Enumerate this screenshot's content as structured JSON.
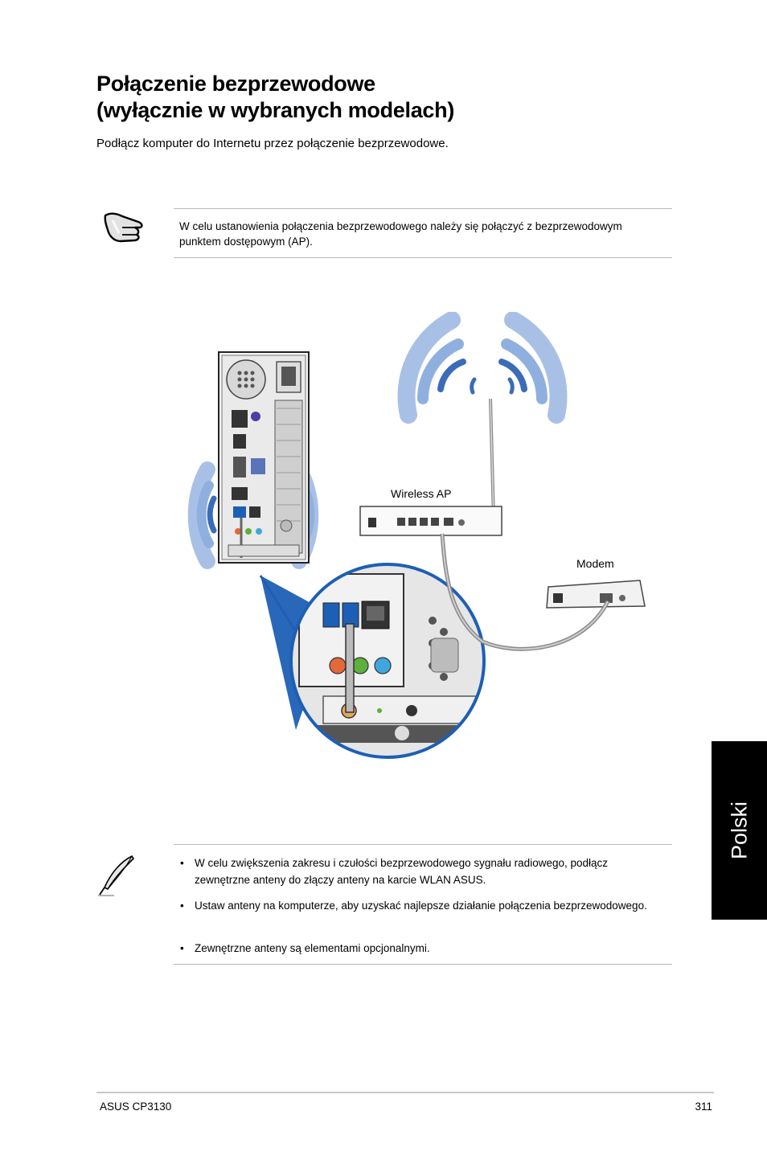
{
  "heading": {
    "line1": "Połączenie bezprzewodowe",
    "line2": "(wyłącznie w wybranych modelach)"
  },
  "intro": "Podłącz komputer do Internetu przez połączenie bezprzewodowe.",
  "note": {
    "icon": "pointing-hand-icon",
    "text": "W celu ustanowienia połączenia bezprzewodowego należy się połączyć z bezprzewodowym punktem dostępowym (AP)."
  },
  "diagram": {
    "wireless_ap_label": "Wireless AP",
    "modem_label": "Modem",
    "wave_color": "#a9c0e6",
    "wave_dark_color": "#3a6cb8"
  },
  "side_tab": {
    "label": "Polski"
  },
  "tips": {
    "icon": "quill-pen-icon",
    "bullet": "•",
    "items": [
      "W celu zwiększenia zakresu i czułości bezprzewodowego sygnału radiowego, podłącz zewnętrzne anteny do złączy anteny na karcie WLAN ASUS.",
      "Ustaw anteny na komputerze, aby uzyskać najlepsze działanie połączenia bezprzewodowego.",
      "Zewnętrzne anteny są elementami opcjonalnymi."
    ]
  },
  "footer": {
    "product": "ASUS CP3130",
    "page_number": "311"
  }
}
